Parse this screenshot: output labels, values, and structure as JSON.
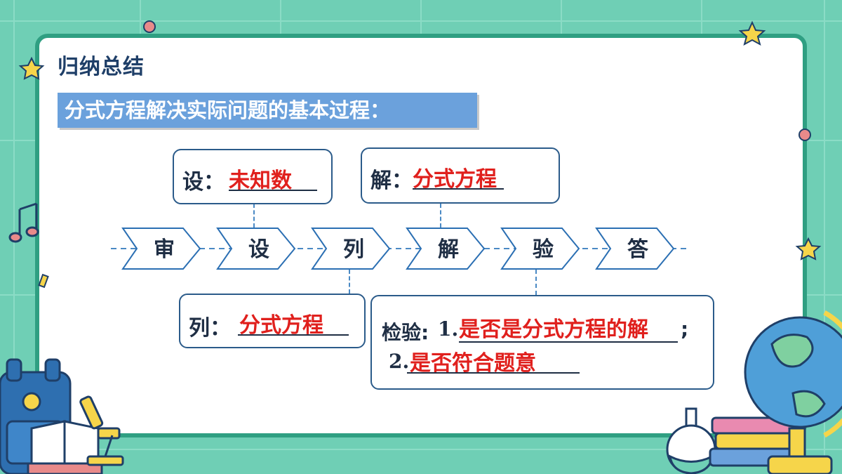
{
  "heading": "归纳总结",
  "subtitle": "分式方程解决实际问题的基本过程：",
  "steps": [
    "审",
    "设",
    "列",
    "解",
    "验",
    "答"
  ],
  "set_box": {
    "label": "设：",
    "answer": "未知数"
  },
  "solve_box": {
    "label": "解：",
    "answer": "分式方程"
  },
  "list_box": {
    "label": "列：",
    "answer": "分式方程"
  },
  "check_box": {
    "label": "检验:",
    "num1": "1.",
    "answer1": "是否是分式方程的解",
    "end1": ";",
    "num2": "2.",
    "answer2": "是否符合题意"
  },
  "colors": {
    "background": "#6fcfb5",
    "border": "#2f9f82",
    "banner": "#6ba1dc",
    "answer": "#e0201d",
    "box_border": "#2b5b8a"
  },
  "icons": [
    "star-icon",
    "music-note-icon",
    "backpack-icon",
    "book-icon",
    "microscope-icon",
    "flask-icon",
    "books-icon",
    "globe-icon"
  ]
}
